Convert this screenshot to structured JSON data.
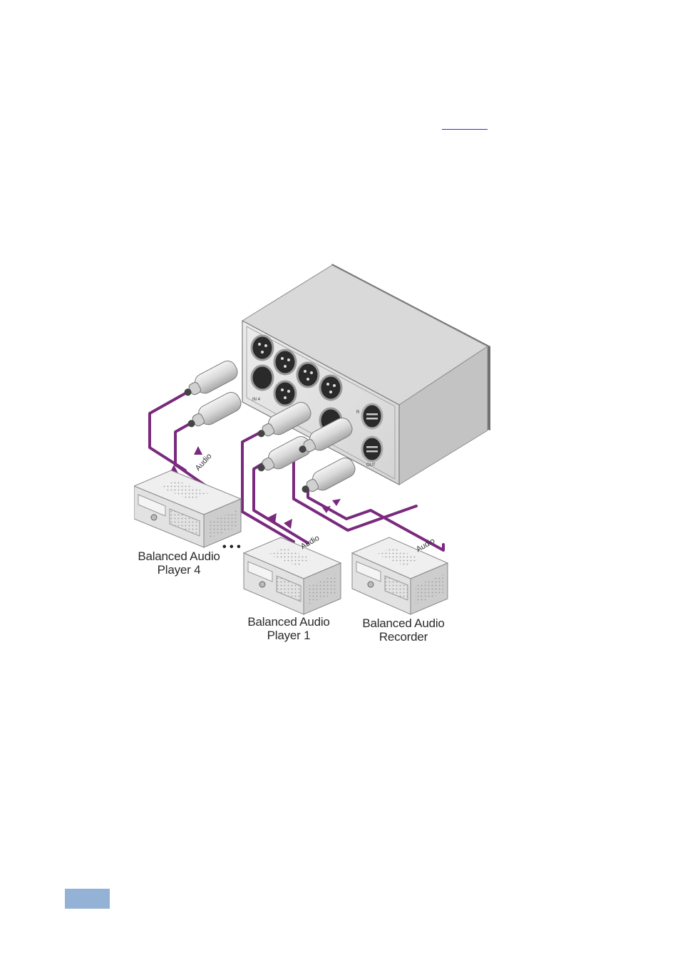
{
  "diagram": {
    "device_labels": {
      "player4": [
        "Balanced Audio",
        "Player 4"
      ],
      "player1": [
        "Balanced Audio",
        "Player 1"
      ],
      "recorder": [
        "Balanced Audio",
        "Recorder"
      ]
    },
    "cable_labels": {
      "player4_audio": "Audio",
      "player1_audio": "Audio",
      "recorder_audio": "Audio"
    },
    "panel_labels": {
      "in4": "IN 4",
      "r": "R",
      "out": "OUT"
    },
    "continuation": "• • •"
  },
  "colors": {
    "cable": "#7a2a7e",
    "device_body": "#e4e4e4",
    "device_top": "#f0f0f0",
    "device_side": "#cfcfcf",
    "chassis_top": "#dcdcdc",
    "chassis_front": "#e6e6e6",
    "chassis_side": "#c4c4c4",
    "page_tab": "#94b2d6",
    "link": "#2233cc"
  }
}
